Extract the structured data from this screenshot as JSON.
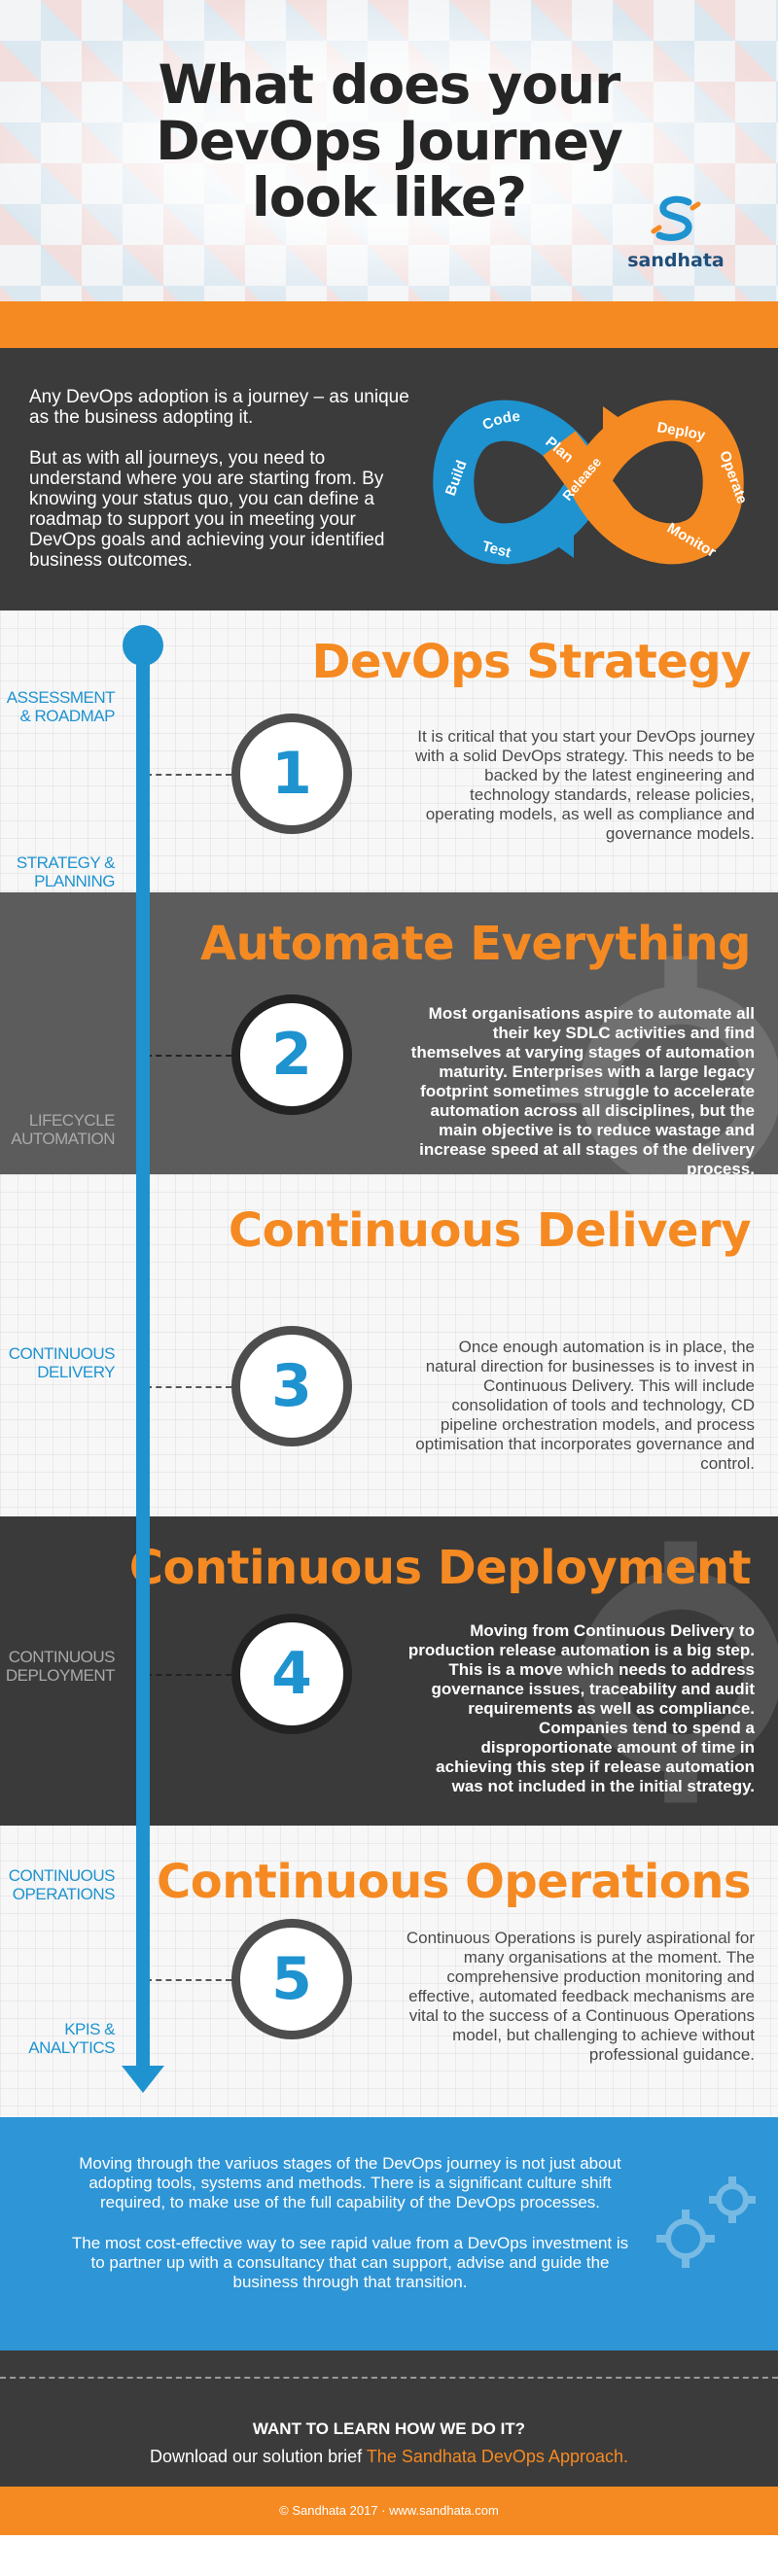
{
  "header": {
    "title_line1": "What does your",
    "title_line2": "DevOps Journey",
    "title_line3": "look like?",
    "logo_text": "sandhata",
    "logo_icon": "sandhata-s-icon"
  },
  "intro": {
    "paragraph1": "Any DevOps adoption is a journey – as unique as the business adopting it.",
    "paragraph2": "But as with all journeys, you need to understand where you are starting from. By knowing your status quo, you can define a roadmap to support you in meeting your DevOps goals and achieving your identified business outcomes.",
    "loop_labels": [
      "Code",
      "Build",
      "Test",
      "Plan",
      "Release",
      "Deploy",
      "Operate",
      "Monitor"
    ]
  },
  "stages": [
    {
      "number": "1",
      "title": "DevOps Strategy",
      "description": "It is critical that you start your DevOps journey with a solid DevOps strategy. This needs to be backed by the latest engineering and technology standards, release policies, operating models, as well as compliance and governance models.",
      "labels": [
        "ASSESSMENT & ROADMAP",
        "STRATEGY & PLANNING"
      ]
    },
    {
      "number": "2",
      "title": "Automate Everything",
      "description": "Most organisations aspire to automate all their key SDLC activities and find themselves at varying stages of automation maturity. Enterprises with a large legacy footprint sometimes struggle to accelerate automation across all disciplines, but the main objective is to reduce wastage and increase speed at all stages of the delivery process.",
      "labels": [
        "LIFECYCLE AUTOMATION"
      ]
    },
    {
      "number": "3",
      "title": "Continuous Delivery",
      "description": "Once enough automation is in place, the natural direction for businesses is to invest in Continuous Delivery. This will include consolidation of tools and technology, CD pipeline orchestration models, and process optimisation that incorporates governance and control.",
      "labels": [
        "CONTINUOUS DELIVERY"
      ]
    },
    {
      "number": "4",
      "title": "Continuous Deployment",
      "description": "Moving from Continuous Delivery to production release automation is a big step. This is a move which needs to address governance issues, traceability and audit requirements as well as compliance. Companies tend to spend a disproportionate amount of time in achieving this step if release automation was not included in the initial strategy.",
      "labels": [
        "CONTINUOUS DEPLOYMENT"
      ]
    },
    {
      "number": "5",
      "title": "Continuous Operations",
      "description": "Continuous Operations is purely aspirational for many organisations at the moment. The comprehensive production monitoring and effective, automated feedback mechanisms are vital to the success of a Continuous Operations model, but challenging to achieve without professional guidance.",
      "labels": [
        "CONTINUOUS OPERATIONS",
        "KPIs & ANALYTICS"
      ]
    }
  ],
  "summary": {
    "paragraph1": "Moving through the variuos stages of the DevOps journey is not just about adopting tools, systems and methods. There is a significant culture shift required, to make use of the full capability of the DevOps processes.",
    "paragraph2": "The most cost-effective way to see rapid value from a DevOps investment is to partner up with a consultancy that can support, advise and guide the business through that transition."
  },
  "cta": {
    "heading": "WANT TO LEARN HOW WE DO IT?",
    "text": "Download our solution brief",
    "link_text": "The Sandhata DevOps Approach."
  },
  "footer": {
    "text": "© Sandhata 2017   ·   www.sandhata.com"
  },
  "colors": {
    "orange": "#f58a22",
    "blue": "#1e93d0",
    "dark": "#3b3b3b",
    "summary_blue": "#2e95d6"
  }
}
